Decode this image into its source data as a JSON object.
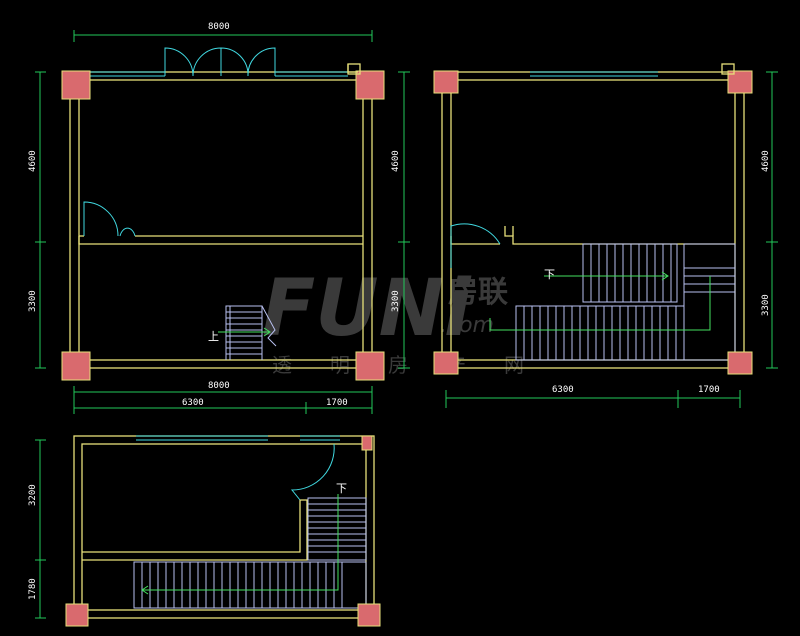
{
  "plan1": {
    "dim_top": "8000",
    "dim_left_upper": "4600",
    "dim_left_lower": "3300",
    "dim_right_upper": "4600",
    "dim_right_lower": "3300",
    "dim_bottom_total": "8000",
    "dim_bottom_a": "6300",
    "dim_bottom_b": "1700",
    "stair_label": "上"
  },
  "plan2": {
    "dim_right_upper": "4600",
    "dim_right_lower": "3300",
    "dim_bottom_a": "6300",
    "dim_bottom_b": "1700",
    "stair_label": "下"
  },
  "plan3": {
    "dim_left_upper": "3200",
    "dim_left_lower": "1780",
    "stair_label": "下"
  },
  "watermark": {
    "brand": "FUNi",
    "cn": "房联",
    "com": ".com",
    "sub": [
      "透",
      "明",
      "房",
      "产",
      "网"
    ]
  },
  "colors": {
    "wall": "#e8e07a",
    "dimension": "#22c85a",
    "window": "#40d8e0",
    "column": "#d96a6e",
    "stair": "#b8c0f0",
    "background": "#000000"
  }
}
